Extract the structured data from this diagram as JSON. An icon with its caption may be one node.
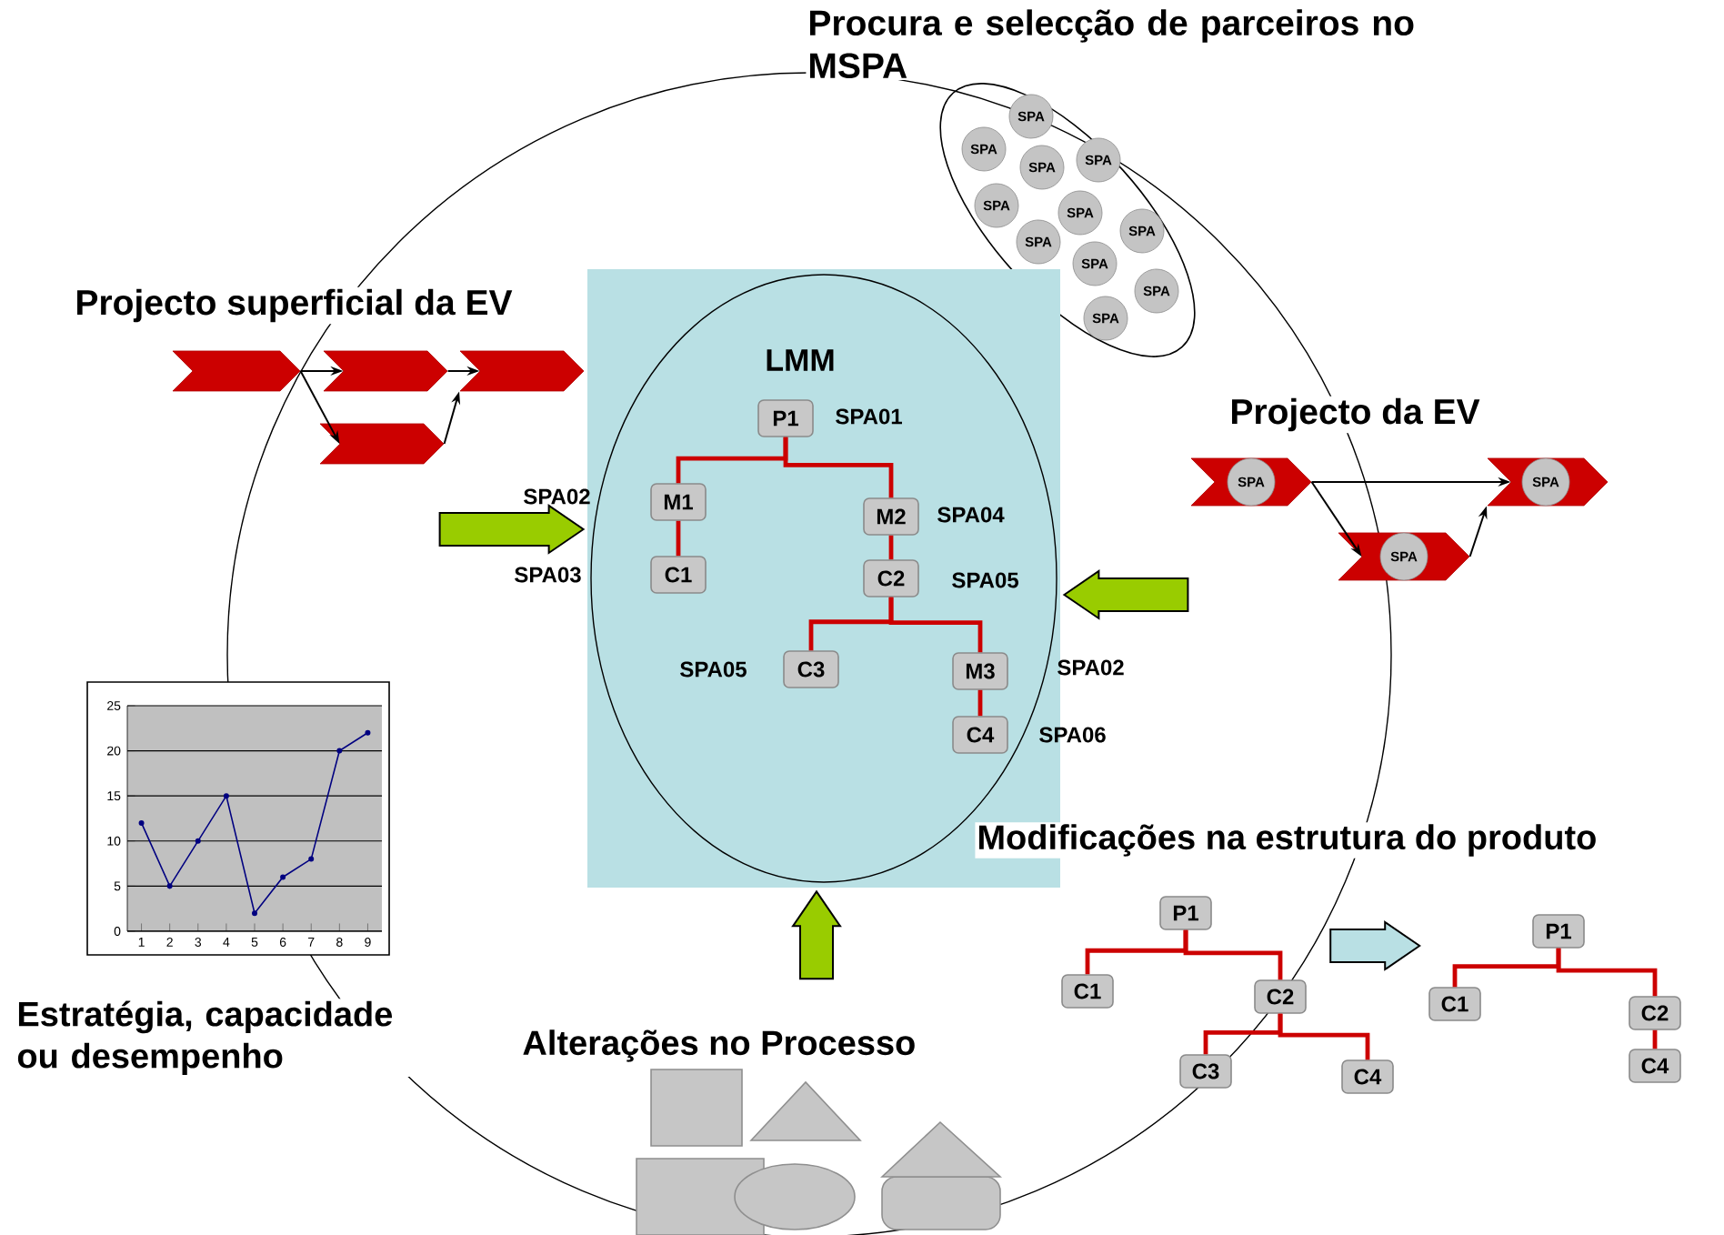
{
  "diagram": {
    "nodes": [
      {
        "text": [],
        "shape": "ellipse"
      },
      {
        "text": [
          "SPA"
        ],
        "in": 0
      },
      {
        "text": [
          "SPA"
        ],
        "in": 0
      },
      {
        "text": [
          "SPA"
        ],
        "in": 0
      },
      {
        "text": [
          "SPA"
        ],
        "in": 0
      },
      {
        "text": [
          "SPA"
        ],
        "in": 0
      },
      {
        "text": [
          "SPA"
        ],
        "in": 0
      },
      {
        "text": [
          "SPA"
        ],
        "in": 0
      },
      {
        "text": [
          "SPA"
        ],
        "in": 0
      },
      {
        "text": [
          "SPA"
        ],
        "in": 0
      },
      {
        "text": [
          "SPA"
        ],
        "in": 0
      },
      {
        "text": [
          "SPA"
        ],
        "in": 0
      },
      {
        "text": [],
        "shape": "chevron"
      },
      {
        "text": [],
        "shape": "chevron"
      },
      {
        "text": [],
        "shape": "chevron"
      },
      {
        "text": [],
        "shape": "chevron"
      },
      {
        "text": [],
        "shape": "box"
      },
      {
        "text": [
          "LMM"
        ],
        "in": 16
      },
      {
        "text": [
          "P1"
        ],
        "in": 17,
        "beside": [
          "SPA01"
        ]
      },
      {
        "text": [
          "M1"
        ],
        "in": 17,
        "beside": [
          "SPA02"
        ]
      },
      {
        "text": [
          "C1"
        ],
        "in": 17,
        "beside": [
          "SPA03"
        ]
      },
      {
        "text": [
          "M2"
        ],
        "in": 17,
        "beside": [
          "SPA04"
        ]
      },
      {
        "text": [
          "C2"
        ],
        "in": 17,
        "beside": [
          "SPA05"
        ]
      },
      {
        "text": [
          "C3"
        ],
        "in": 17,
        "beside": [
          "SPA05"
        ]
      },
      {
        "text": [
          "M3"
        ],
        "in": 17,
        "beside": [
          "SPA02"
        ]
      },
      {
        "text": [
          "C4"
        ],
        "in": 17,
        "beside": [
          "SPA06"
        ]
      },
      {
        "text": [],
        "shape": "chevron"
      },
      {
        "text": [
          "SPA"
        ],
        "in": 26
      },
      {
        "text": [],
        "shape": "chevron"
      },
      {
        "text": [
          "SPA"
        ],
        "in": 28
      },
      {
        "text": [],
        "shape": "chevron"
      },
      {
        "text": [
          "SPA"
        ],
        "in": 30
      },
      {
        "text": [
          "P1"
        ]
      },
      {
        "text": [
          "C1"
        ]
      },
      {
        "text": [
          "C2"
        ]
      },
      {
        "text": [
          "C3"
        ]
      },
      {
        "text": [
          "C4"
        ]
      },
      {
        "text": [
          "P1"
        ]
      },
      {
        "text": [
          "C1"
        ]
      },
      {
        "text": [
          "C2"
        ]
      },
      {
        "text": [
          "C4"
        ]
      }
    ],
    "edges": [
      {
        "from": 12,
        "to": 13,
        "arrow": "to",
        "color": "#000000"
      },
      {
        "from": 12,
        "to": 15,
        "arrow": "to",
        "color": "#000000"
      },
      {
        "from": 15,
        "to": 14,
        "arrow": "to",
        "color": "#000000"
      },
      {
        "from": 13,
        "to": 14,
        "arrow": "to",
        "color": "#000000"
      },
      {
        "from": 26,
        "to": 28,
        "arrow": "to",
        "color": "#000000"
      },
      {
        "from": 26,
        "to": 30,
        "arrow": "to",
        "color": "#000000"
      },
      {
        "from": 30,
        "to": 28,
        "arrow": "to",
        "color": "#000000"
      },
      {
        "from": 18,
        "to": 19,
        "arrow": "none",
        "color": "#cc0000"
      },
      {
        "from": 18,
        "to": 21,
        "arrow": "none",
        "color": "#cc0000"
      },
      {
        "from": 19,
        "to": 20,
        "arrow": "none",
        "color": "#cc0000"
      },
      {
        "from": 21,
        "to": 22,
        "arrow": "none",
        "color": "#cc0000"
      },
      {
        "from": 22,
        "to": 23,
        "arrow": "none",
        "color": "#cc0000"
      },
      {
        "from": 22,
        "to": 24,
        "arrow": "none",
        "color": "#cc0000"
      },
      {
        "from": 24,
        "to": 25,
        "arrow": "none",
        "color": "#cc0000"
      },
      {
        "from": 32,
        "to": 33,
        "arrow": "none",
        "color": "#cc0000"
      },
      {
        "from": 32,
        "to": 34,
        "arrow": "none",
        "color": "#cc0000"
      },
      {
        "from": 34,
        "to": 35,
        "arrow": "none",
        "color": "#cc0000"
      },
      {
        "from": 34,
        "to": 36,
        "arrow": "none",
        "color": "#cc0000"
      },
      {
        "from": 37,
        "to": 38,
        "arrow": "none",
        "color": "#cc0000"
      },
      {
        "from": 37,
        "to": 39,
        "arrow": "none",
        "color": "#cc0000"
      },
      {
        "from": 39,
        "to": 40,
        "arrow": "none",
        "color": "#cc0000"
      },
      {
        "from": null,
        "to": 16,
        "arrow": "to",
        "style": "thick",
        "color": "#99cc00"
      },
      {
        "from": null,
        "to": 16,
        "arrow": "to",
        "style": "thick",
        "color": "#99cc00"
      },
      {
        "from": null,
        "to": 16,
        "arrow": "to",
        "style": "thick",
        "color": "#99cc00"
      },
      {
        "from": 34,
        "to": 38,
        "arrow": "to",
        "style": "thick",
        "color": "#b9e0e4"
      }
    ],
    "labels": [
      "Procura e selecção de parceiros no MSPA",
      "Projecto superficial da EV",
      "Projecto da EV",
      "Modificações na estrutura do produto",
      "Estratégia, capacidade ou desempenho",
      "Alterações no Processo"
    ],
    "chart_data": {
      "type": "line",
      "x": [
        1,
        2,
        3,
        4,
        5,
        6,
        7,
        8,
        9
      ],
      "series": [
        {
          "color": "#000080",
          "marker": "circle",
          "values": [
            12,
            5,
            10,
            15,
            2,
            6,
            8,
            20,
            22
          ]
        }
      ],
      "grid": "y",
      "xlim": [
        0.5,
        9.5
      ],
      "ylim": [
        0,
        25
      ],
      "xticks": [
        1,
        2,
        3,
        4,
        5,
        6,
        7,
        8,
        9
      ],
      "yticks": [
        0,
        5,
        10,
        15,
        20,
        25
      ]
    }
  }
}
